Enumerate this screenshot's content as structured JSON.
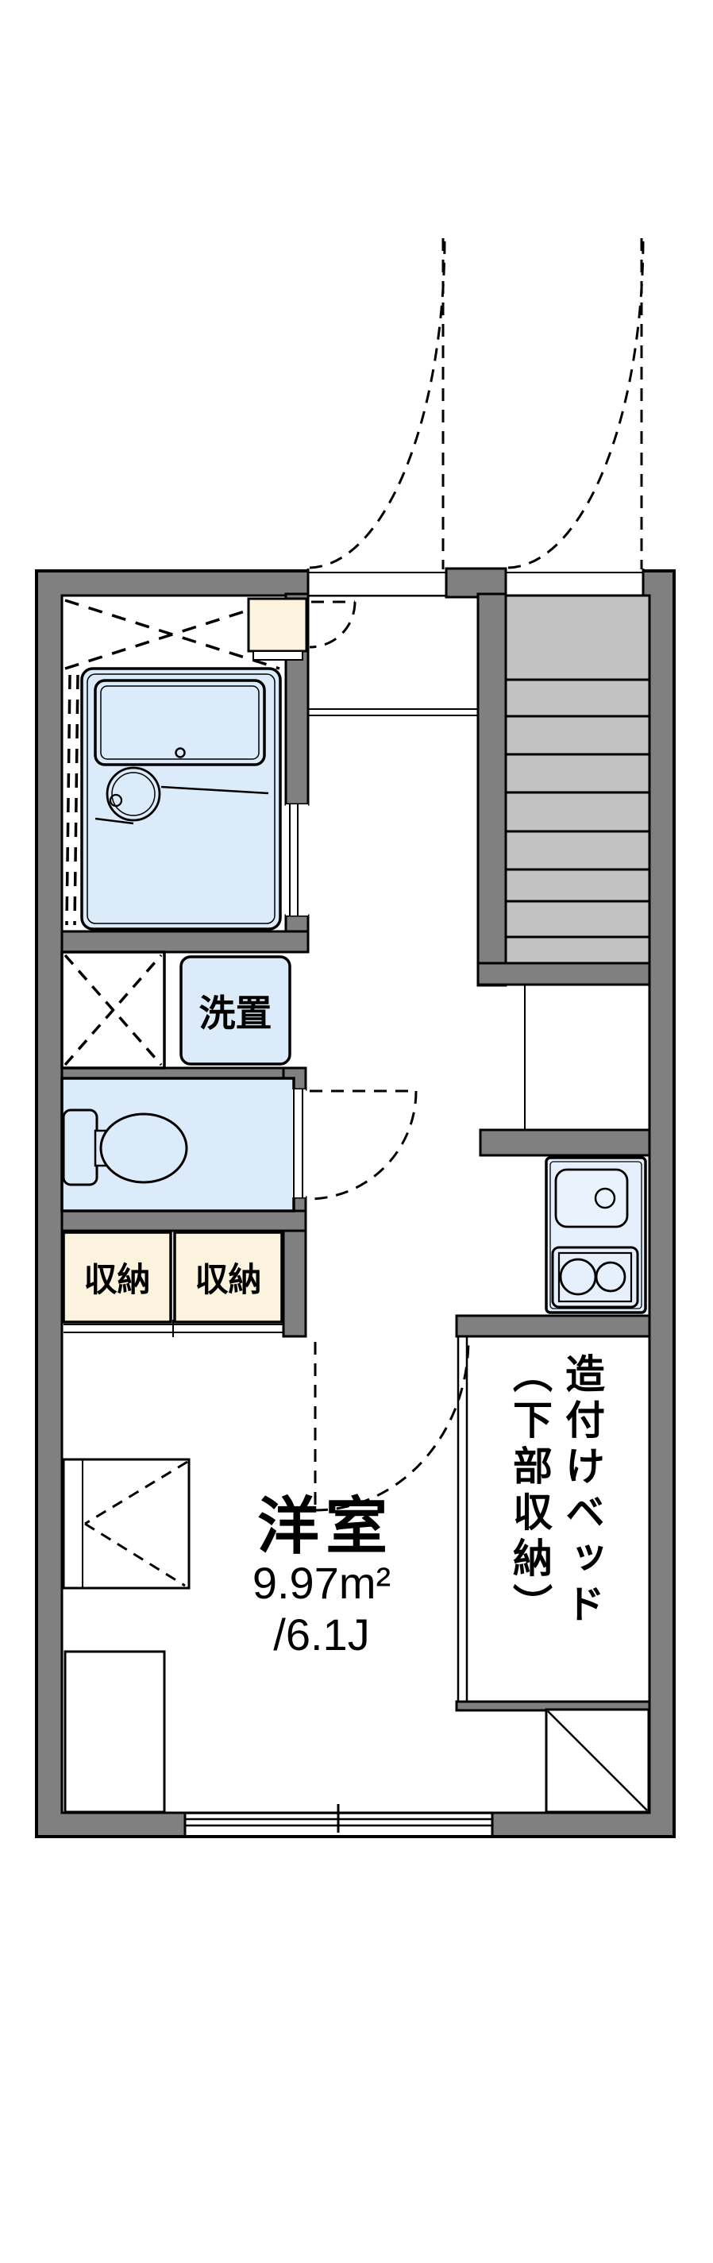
{
  "meta": {
    "type": "apartment-floorplan"
  },
  "labels": {
    "washer_stand": "洗置",
    "storage_left": "収納",
    "storage_right": "収納",
    "room_name": "洋室",
    "room_area": "9.97m²",
    "room_size_jo": "/6.1J",
    "bed_col_right": "造付けベッド",
    "bed_col_left": "（下部収納）"
  },
  "colors": {
    "wall": "#808080",
    "stairs": "#c2c2c2",
    "fixture_blue": "#dcebfa",
    "kitchen_blue": "#e6effc",
    "storage_cream": "#fcf3de",
    "line": "#000000",
    "background": "#ffffff"
  }
}
